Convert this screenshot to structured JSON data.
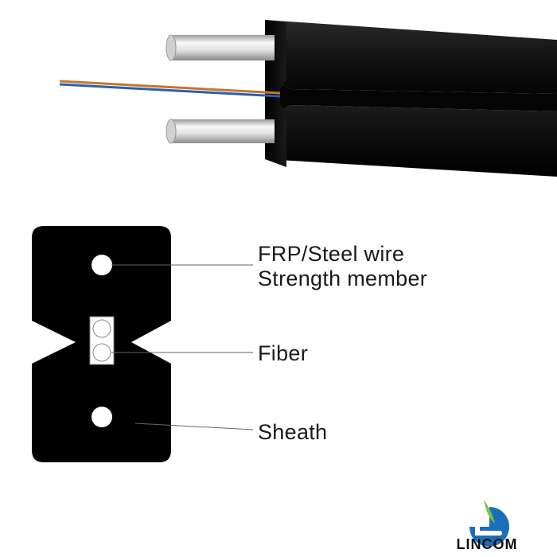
{
  "labels": {
    "frp": "FRP/Steel wire",
    "strength": "Strength member",
    "fiber": "Fiber",
    "sheath": "Sheath"
  },
  "logo": {
    "text": "LINCOM"
  },
  "colors": {
    "sheath": "#0a0a0a",
    "wire": "#e8e8e8",
    "fiber_orange": "#c8752a",
    "fiber_blue": "#2a5fb0",
    "logo_blue": "#1a6fb8",
    "logo_green": "#7fc242"
  }
}
